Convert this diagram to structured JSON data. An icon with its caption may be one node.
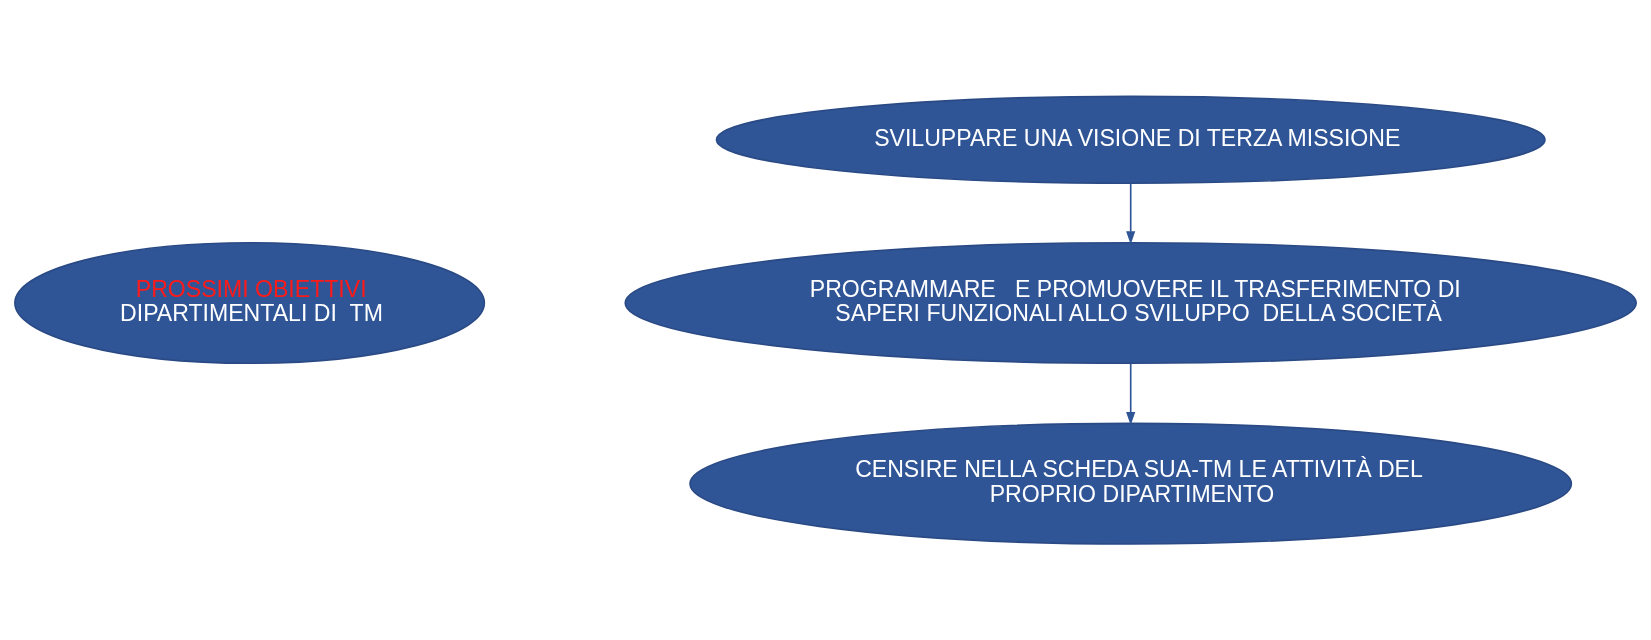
{
  "diagram": {
    "nodes": [
      {
        "text": [
          "PROSSIMI OBIETTIVI",
          "DIPARTIMENTALI DI  TM"
        ]
      },
      {
        "text": [
          "SVILUPPARE UNA VISIONE DI TERZA MISSIONE"
        ]
      },
      {
        "text": [
          "PROGRAMMARE   E PROMUOVERE IL TRASFERIMENTO DI SAPERI FUNZIONALI ALLO SVILUPPO  DELLA SOCIETÀ"
        ]
      },
      {
        "text": [
          "CENSIRE NELLA SCHEDA SUA-TM LE ATTIVITÀ DEL PROPRIO DIPARTIMENTO"
        ]
      }
    ],
    "edges": [
      {
        "from": 1,
        "to": 2,
        "arrow": "to"
      },
      {
        "from": 2,
        "to": 3,
        "arrow": "to"
      }
    ]
  }
}
